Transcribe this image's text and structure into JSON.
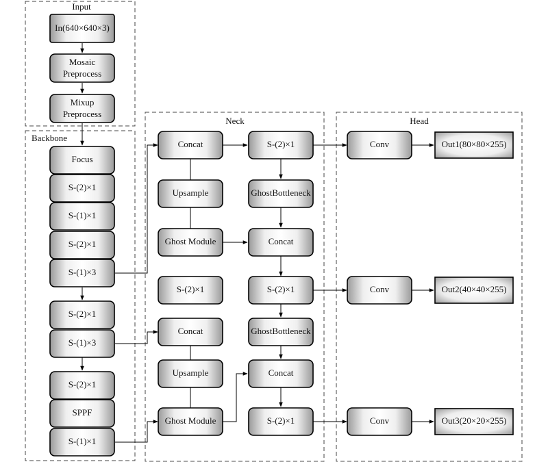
{
  "groups": {
    "input": "Input",
    "backbone": "Backbone",
    "neck": "Neck",
    "head": "Head"
  },
  "input": {
    "in": "In(640×640×3)",
    "mosaic_1": "Mosaic",
    "mosaic_2": "Preprocess",
    "mixup_1": "Mixup",
    "mixup_2": "Preprocess"
  },
  "backbone": {
    "focus": "Focus",
    "b1": "S-(2)×1",
    "b2": "S-(1)×1",
    "b3": "S-(2)×1",
    "b4": "S-(1)×3",
    "b5": "S-(2)×1",
    "b6": "S-(1)×3",
    "b7": "S-(2)×1",
    "sppf": "SPPF",
    "b8": "S-(1)×1"
  },
  "neck": {
    "concat_1": "Concat",
    "upsample_1": "Upsample",
    "ghost_module_1": "Ghost Module",
    "s_mid": "S-(2)×1",
    "concat_2": "Concat",
    "upsample_2": "Upsample",
    "ghost_module_2": "Ghost Module",
    "s_out1": "S-(2)×1",
    "ghost_bottleneck_1": "GhostBottleneck",
    "concat_3": "Concat",
    "s_out2": "S-(2)×1",
    "ghost_bottleneck_2": "GhostBottleneck",
    "concat_4": "Concat",
    "s_out3": "S-(2)×1"
  },
  "head": {
    "conv_1": "Conv",
    "conv_2": "Conv",
    "conv_3": "Conv",
    "out1": "Out1(80×80×255)",
    "out2": "Out2(40×40×255)",
    "out3": "Out3(20×20×255)"
  }
}
